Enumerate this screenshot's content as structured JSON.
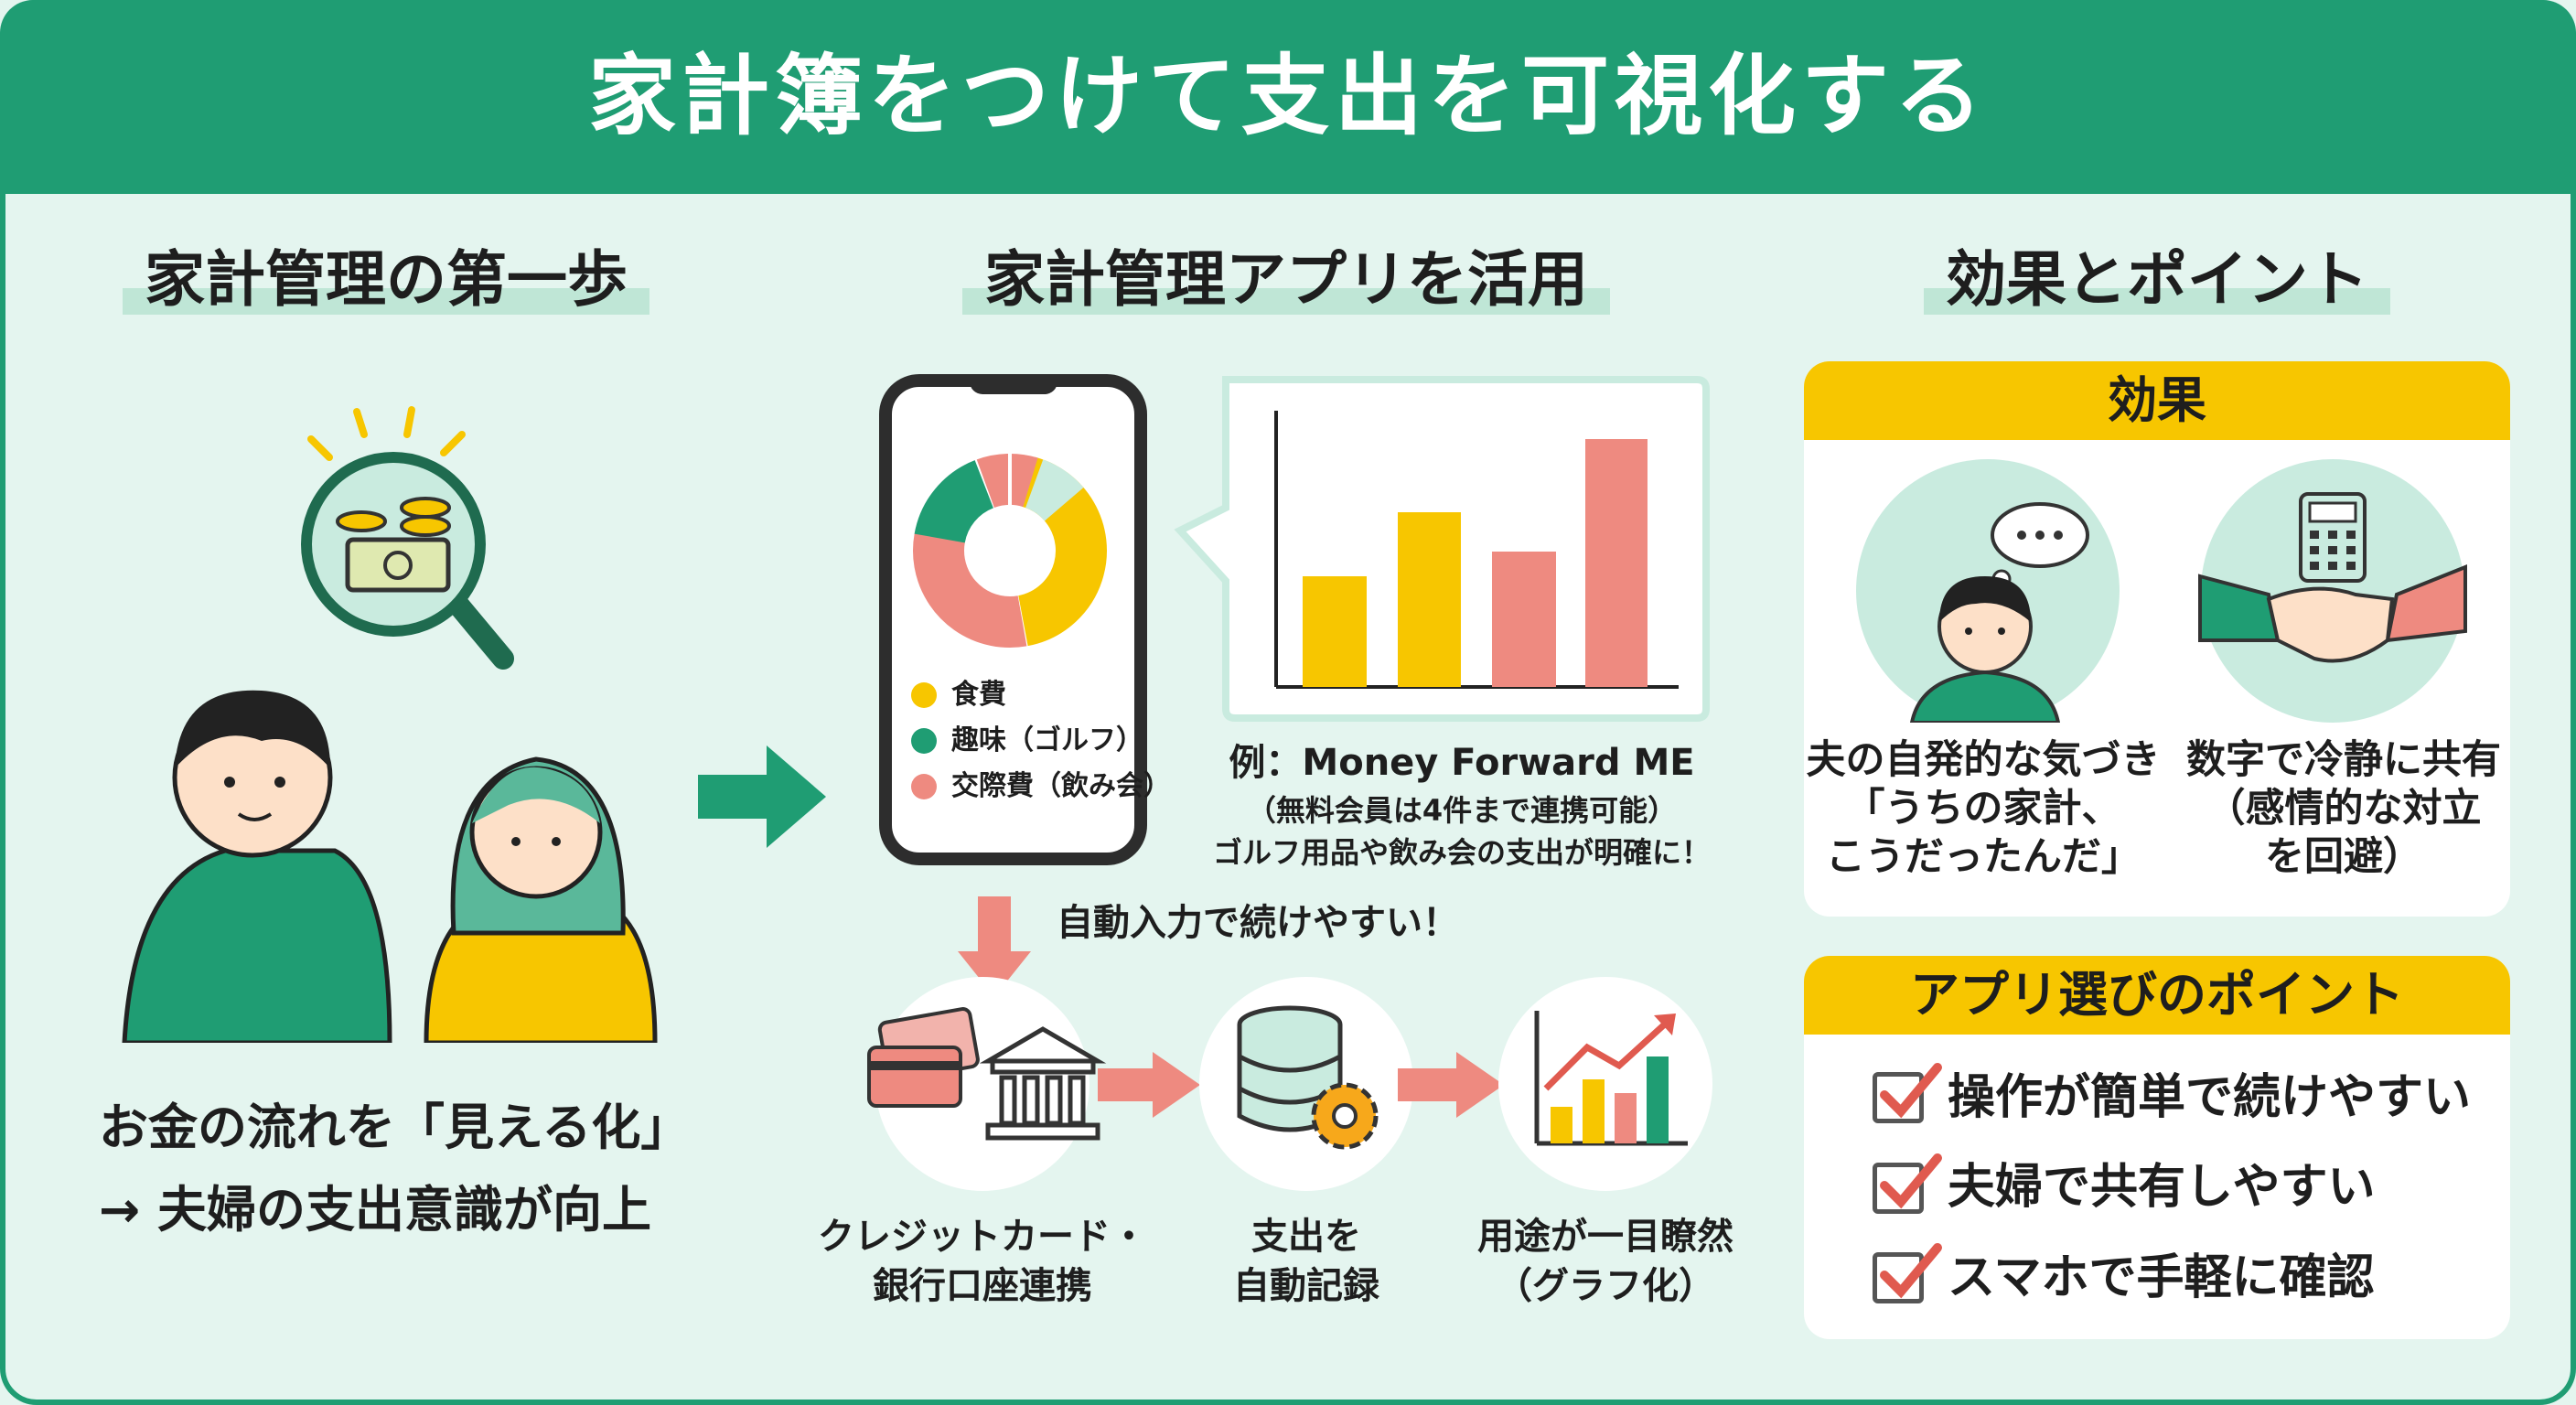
{
  "title": "家計簿をつけて支出を可視化する",
  "colors": {
    "green": "#1f9d73",
    "yellow": "#f7c600",
    "coral": "#ee8a80",
    "mint": "#e4f5ef"
  },
  "left": {
    "heading": "家計管理の第一歩",
    "line1": "お金の流れを「見える化」",
    "line2": "→ 夫婦の支出意識が向上"
  },
  "middle": {
    "heading": "家計管理アプリを活用",
    "legend": [
      {
        "label": "食費",
        "color": "#f7c600"
      },
      {
        "label": "趣味（ゴルフ）",
        "color": "#1f9d73"
      },
      {
        "label": "交際費（飲み会）",
        "color": "#ee8a80"
      }
    ],
    "caption": {
      "line1": "例：Money Forward ME",
      "line2": "（無料会員は4件まで連携可能）",
      "line3": "ゴルフ用品や飲み会の支出が明確に！"
    },
    "auto_input": "自動入力で続けやすい！",
    "flow": [
      {
        "line1": "クレジットカード・",
        "line2": "銀行口座連携"
      },
      {
        "line1": "支出を",
        "line2": "自動記録"
      },
      {
        "line1": "用途が一目瞭然",
        "line2": "（グラフ化）"
      }
    ]
  },
  "right": {
    "heading": "効果とポイント",
    "effects_title": "効果",
    "effects": [
      {
        "lines": [
          "夫の自発的な気づき",
          "「うちの家計、",
          "こうだったんだ」"
        ]
      },
      {
        "lines": [
          "数字で冷静に共有",
          "（感情的な対立",
          "を回避）"
        ]
      }
    ],
    "points_title": "アプリ選びのポイント",
    "points": [
      "操作が簡単で続けやすい",
      "夫婦で共有しやすい",
      "スマホで手軽に確認"
    ]
  }
}
